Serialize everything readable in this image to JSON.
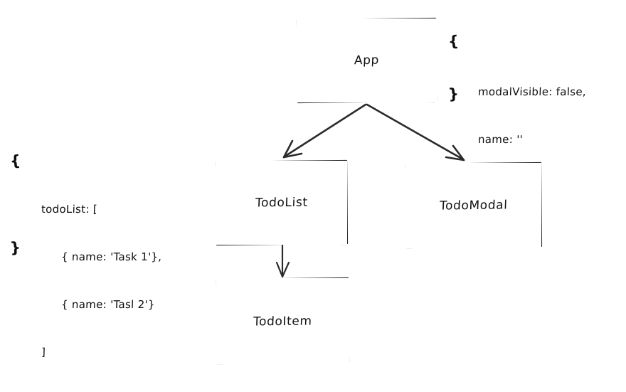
{
  "diagram": {
    "title": "React component tree with state annotations",
    "style": "hand-drawn sketch",
    "stroke_color": "#2b2b2b",
    "text_color": "#0d0d0d",
    "background_color": "#ffffff"
  },
  "nodes": [
    {
      "id": "app",
      "label": "App"
    },
    {
      "id": "todolist",
      "label": "TodoList"
    },
    {
      "id": "todomodal",
      "label": "TodoModal"
    },
    {
      "id": "todoitem",
      "label": "TodoItem"
    }
  ],
  "edges": [
    {
      "from": "App",
      "to": "TodoList",
      "style": "arrow"
    },
    {
      "from": "App",
      "to": "TodoModal",
      "style": "arrow"
    },
    {
      "from": "TodoList",
      "to": "TodoItem",
      "style": "arrow"
    }
  ],
  "annotations": {
    "app_state": {
      "attached_to": "App",
      "open_brace": "{",
      "close_brace": "}",
      "lines": [
        "modalVisible: false,",
        "name: ''"
      ]
    },
    "todolist_state": {
      "attached_to": "TodoList",
      "open_brace": "{",
      "close_brace": "}",
      "lines": [
        "todoList: [",
        "{ name: 'Task 1'},",
        "{ name: 'Tasl 2'}",
        "]"
      ]
    }
  }
}
